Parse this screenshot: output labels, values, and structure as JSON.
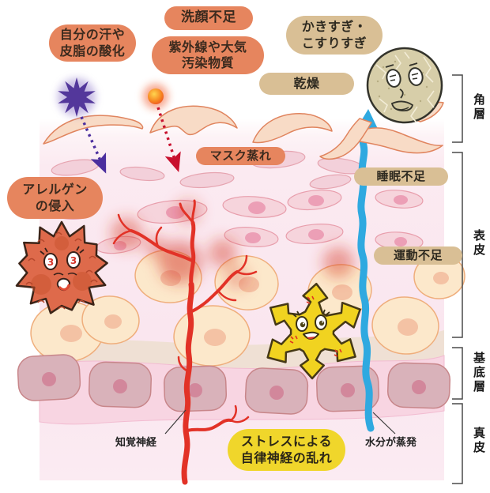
{
  "badges": {
    "sweat_oxidation": {
      "lines": [
        "自分の汗や",
        "皮脂の酸化"
      ]
    },
    "face_washing": {
      "lines": [
        "洗顔不足"
      ]
    },
    "uv_pollution": {
      "lines": [
        "紫外線や大気",
        "汚染物質"
      ]
    },
    "scratch_rub": {
      "lines": [
        "かきすぎ・",
        "こすりすぎ"
      ]
    },
    "dryness": {
      "lines": [
        "乾燥"
      ]
    },
    "mask_steam": {
      "lines": [
        "マスク蒸れ"
      ]
    },
    "allergen_entry": {
      "lines": [
        "アレルゲン",
        "の侵入"
      ]
    },
    "sleep_lack": {
      "lines": [
        "睡眠不足"
      ]
    },
    "exercise_lack": {
      "lines": [
        "運動不足"
      ]
    },
    "stress": {
      "lines": [
        "ストレスによる",
        "自律神経の乱れ"
      ]
    }
  },
  "annotations": {
    "sensory_nerve": "知覚神経",
    "water_evaporation": "水分が蒸発"
  },
  "layer_labels": {
    "stratum_corneum": "角層",
    "epidermis": "表皮",
    "basal_layer": "基底層",
    "dermis": "真皮"
  },
  "characters": {
    "inflamed_cell_eye_mark": "3"
  },
  "palette": {
    "badge_orange": "#E6855E",
    "badge_tan": "#D9BF95",
    "badge_yellow": "#F0D62B",
    "arrow_blue": "#2FA9E0",
    "nerve_red": "#E23227",
    "allergen_purple": "#53379B",
    "pollutant_orange": "#F26522",
    "dry_cell_beige": "#D7CEA9",
    "inflamed_cell_red": "#DE6A4B",
    "langerhans_yellow": "#F1D320",
    "epidermis_pink": "#FAE7F0",
    "basal_band_pink": "#F8D5E2"
  }
}
